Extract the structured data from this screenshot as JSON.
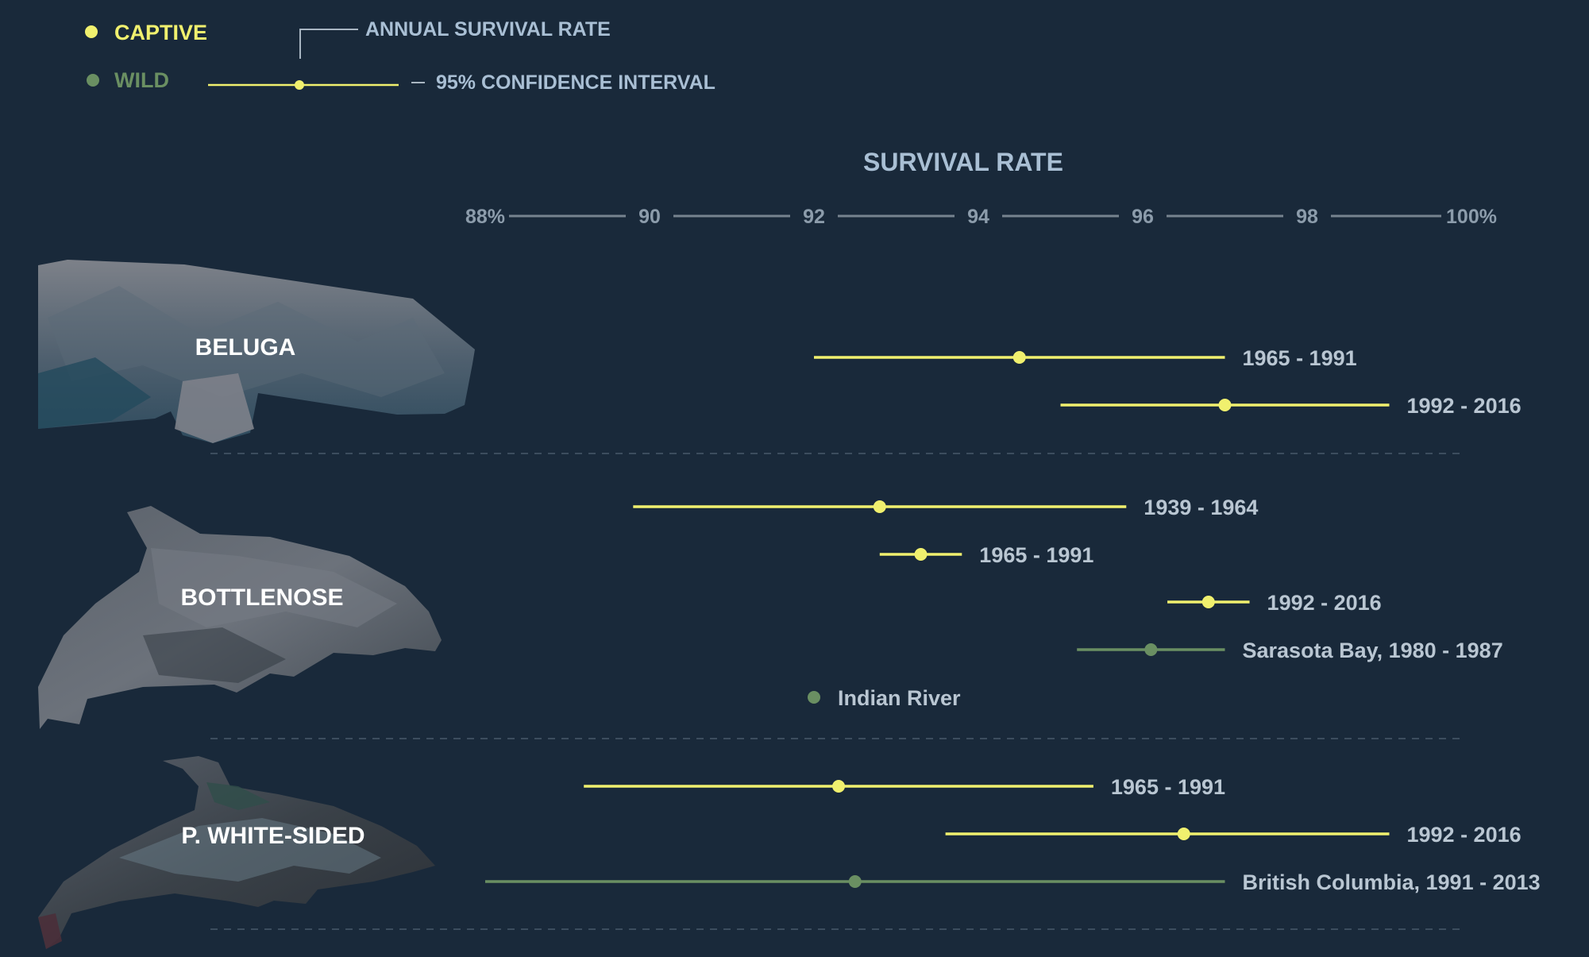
{
  "legend": {
    "captive_label": "CAPTIVE",
    "wild_label": "WILD",
    "point_label": "ANNUAL SURVIVAL RATE",
    "ci_label": "95% CONFIDENCE INTERVAL"
  },
  "colors": {
    "background": "#19293a",
    "captive": "#f0f06e",
    "wild": "#6a8f62",
    "axis_text": "#8c9cab",
    "label_text": "#b9c6d2",
    "header_text": "#a9bfd4",
    "animal_label": "#ffffff"
  },
  "chart_data": {
    "type": "scatter",
    "title": "SURVIVAL RATE",
    "x_range": [
      88,
      100
    ],
    "ticks": [
      "88%",
      "90",
      "92",
      "94",
      "96",
      "98",
      "100%"
    ],
    "tick_values": [
      88,
      90,
      92,
      94,
      96,
      98,
      100
    ],
    "series": [
      {
        "name": "CAPTIVE",
        "color": "captive"
      },
      {
        "name": "WILD",
        "color": "wild"
      }
    ],
    "groups": [
      {
        "animal": "BELUGA",
        "icon": "beluga-icon",
        "rows": [
          {
            "series": "captive",
            "label": "1965 - 1991",
            "value": 94.5,
            "ci": [
              92.0,
              97.0
            ]
          },
          {
            "series": "captive",
            "label": "1992 - 2016",
            "value": 97.0,
            "ci": [
              95.0,
              99.0
            ]
          }
        ]
      },
      {
        "animal": "BOTTLENOSE",
        "icon": "bottlenose-dolphin-icon",
        "rows": [
          {
            "series": "captive",
            "label": "1939 - 1964",
            "value": 92.8,
            "ci": [
              89.8,
              95.8
            ]
          },
          {
            "series": "captive",
            "label": "1965 - 1991",
            "value": 93.3,
            "ci": [
              92.8,
              93.8
            ]
          },
          {
            "series": "captive",
            "label": "1992 - 2016",
            "value": 96.8,
            "ci": [
              96.3,
              97.3
            ]
          },
          {
            "series": "wild",
            "label": "Sarasota Bay, 1980 - 1987",
            "value": 96.1,
            "ci": [
              95.2,
              97.0
            ]
          },
          {
            "series": "wild",
            "label": "Indian River",
            "value": 92.0,
            "ci": null
          }
        ]
      },
      {
        "animal": "P. WHITE-SIDED",
        "icon": "white-sided-dolphin-icon",
        "rows": [
          {
            "series": "captive",
            "label": "1965 - 1991",
            "value": 92.3,
            "ci": [
              89.2,
              95.4
            ]
          },
          {
            "series": "captive",
            "label": "1992 - 2016",
            "value": 96.5,
            "ci": [
              93.6,
              99.0
            ]
          },
          {
            "series": "wild",
            "label": "British Columbia, 1991 - 2013",
            "value": 92.5,
            "ci": [
              88.0,
              97.0
            ]
          }
        ]
      }
    ]
  }
}
